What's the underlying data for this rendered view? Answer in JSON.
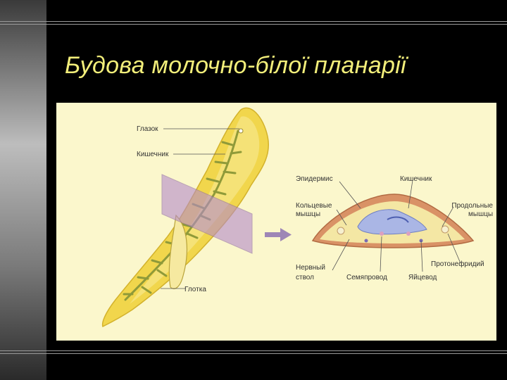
{
  "slide": {
    "title": "Будова молочно-білої планарії"
  },
  "diagram": {
    "labels": {
      "eye": "Глазок",
      "intestine_left": "Кишечник",
      "pharynx": "Глотка",
      "epidermis": "Эпидермис",
      "intestine_right": "Кишечник",
      "ring_muscles_1": "Кольцевые",
      "ring_muscles_2": "мышцы",
      "long_muscles_1": "Продольные",
      "long_muscles_2": "мышцы",
      "nerve_cord_1": "Нервный",
      "nerve_cord_2": "ствол",
      "sperm_duct": "Семяпровод",
      "oviduct": "Яйцевод",
      "protonephridium": "Протонефридий"
    }
  }
}
